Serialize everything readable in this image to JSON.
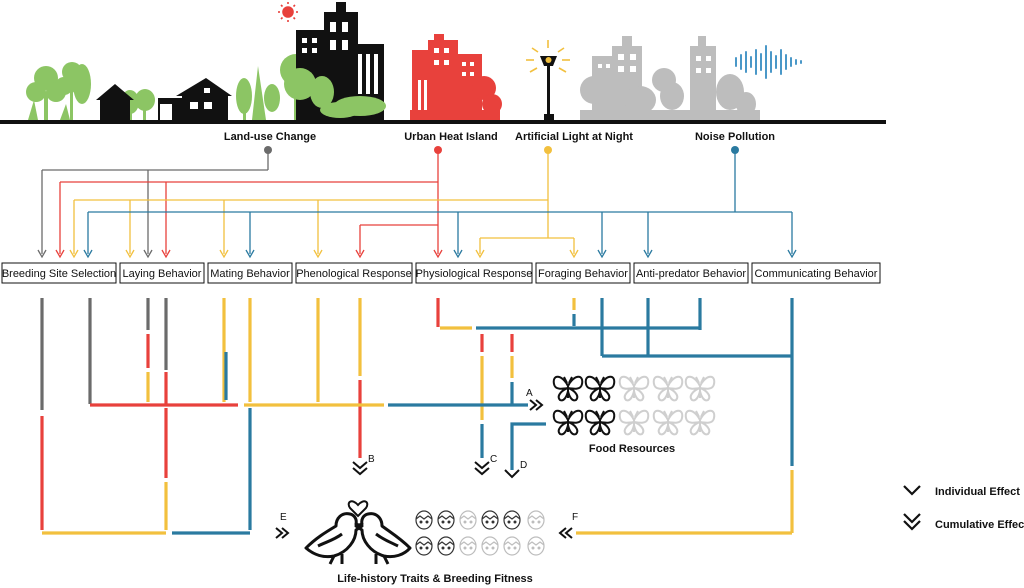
{
  "colors": {
    "land_use": "#6b6b6b",
    "heat": "#e8413c",
    "light": "#f2c03e",
    "noise": "#2a7aa0",
    "green": "#8cc564",
    "ink": "#111111",
    "light_gray": "#cfcfcf"
  },
  "factors": [
    {
      "key": "land_use",
      "label": "Land-use Change"
    },
    {
      "key": "heat",
      "label": "Urban Heat Island"
    },
    {
      "key": "light",
      "label": "Artificial Light at Night"
    },
    {
      "key": "noise",
      "label": "Noise Pollution"
    }
  ],
  "behaviors": [
    "Breeding Site Selection",
    "Laying Behavior",
    "Mating Behavior",
    "Phenological Response",
    "Physiological Response",
    "Foraging Behavior",
    "Anti-predator Behavior",
    "Communicating Behavior"
  ],
  "effect_letters": [
    "A",
    "B",
    "C",
    "D",
    "E",
    "F"
  ],
  "food_resources_label": "Food Resources",
  "fitness_label": "Life-history Traits & Breeding Fitness",
  "legend": {
    "individual": "Individual Effect",
    "cumulative": "Cumulative Effect"
  }
}
